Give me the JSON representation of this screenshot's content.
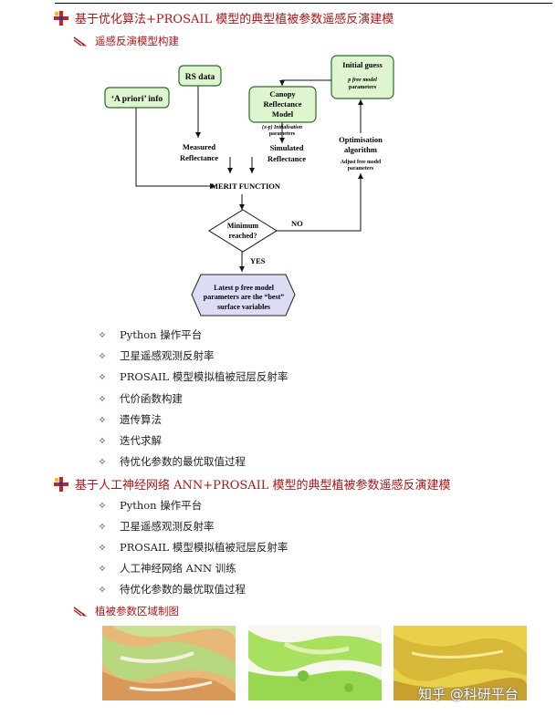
{
  "section1": {
    "title": "基于优化算法+PROSAIL 模型的典型植被参数遥感反演建模",
    "subtitle": "遥感反演模型构建",
    "bullets": [
      "Python 操作平台",
      "卫星遥感观测反射率",
      "PROSAIL 模型模拟植被冠层反射率",
      "代价函数构建",
      "遗传算法",
      "迭代求解",
      "待优化参数的最优取值过程"
    ]
  },
  "flowchart": {
    "apriori": "‘A priori’ info",
    "rsdata": "RS data",
    "canopy": [
      "Canopy",
      "Reflectance",
      "Model"
    ],
    "initial_guess": "Initial guess",
    "initial_sub": [
      "p free model",
      "parameters"
    ],
    "init_params": [
      "(x-p) Initialisation",
      "parameters"
    ],
    "measured": [
      "Measured",
      "Reflectance"
    ],
    "simulated": [
      "Simulated",
      "Reflectance"
    ],
    "optimisation": [
      "Optimisation",
      "algorithm"
    ],
    "adjust": [
      "Adjust free model",
      "parameters"
    ],
    "merit": "MERIT FUNCTION",
    "minimum": [
      "Minimum",
      "reached?"
    ],
    "no": "NO",
    "yes": "YES",
    "latest": [
      "Latest p free model",
      "parameters are the “best”",
      "surface variables"
    ]
  },
  "section2": {
    "title": "基于人工神经网络 ANN+PROSAIL 模型的典型植被参数遥感反演建模",
    "bullets": [
      "Python 操作平台",
      "卫星遥感观测反射率",
      "PROSAIL 模型模拟植被冠层反射率",
      "人工神经网络 ANN 训练",
      "待优化参数的最优取值过程"
    ],
    "subtitle": "植被参数区域制图"
  },
  "watermark": "知乎 @科研平台",
  "icons": {
    "heading": "pushpin-icon",
    "subheading": "pencil-icon",
    "bullet": "diamond-star-icon"
  },
  "colors": {
    "heading": "#b01515",
    "box_green": "#dff5d0",
    "box_blue": "#dcdcf5"
  }
}
